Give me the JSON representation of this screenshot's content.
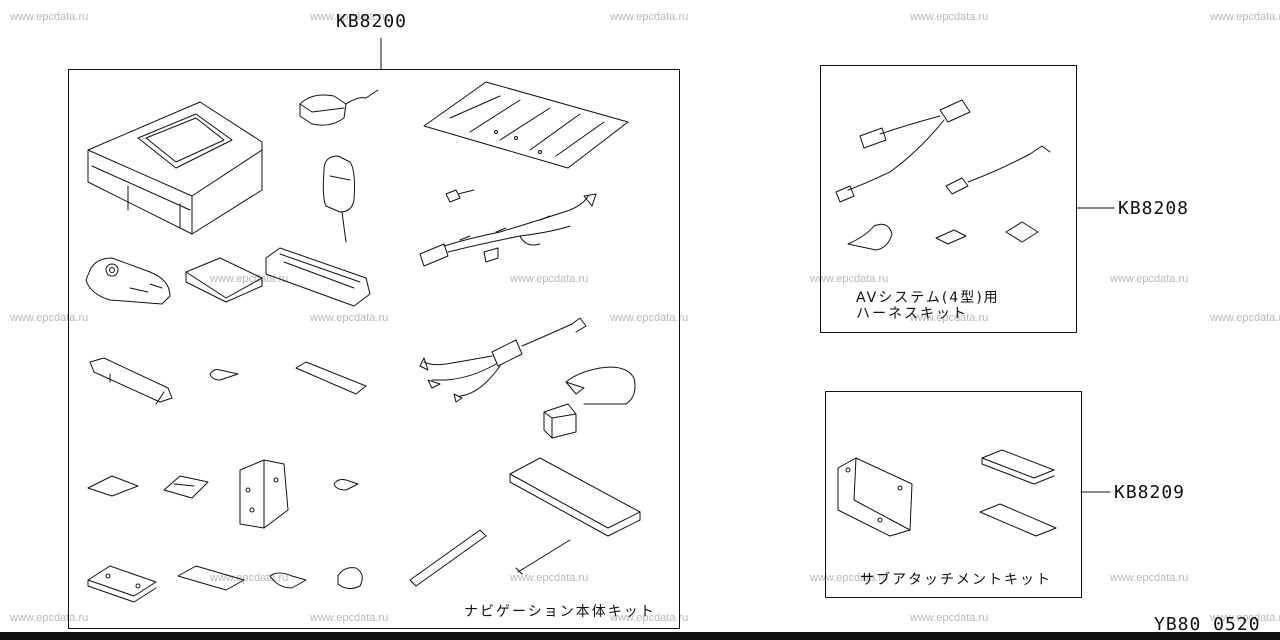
{
  "watermark": "www.epcdata.ru",
  "kits": [
    {
      "code": "KB8200",
      "caption_lines": [
        "ナビゲーション本体キット"
      ]
    },
    {
      "code": "KB8208",
      "caption_lines": [
        "AVシステム(4型)用",
        "ハーネスキット"
      ]
    },
    {
      "code": "KB8209",
      "caption_lines": [
        "サブアタッチメントキット"
      ]
    }
  ],
  "footer": "YB80 0520"
}
